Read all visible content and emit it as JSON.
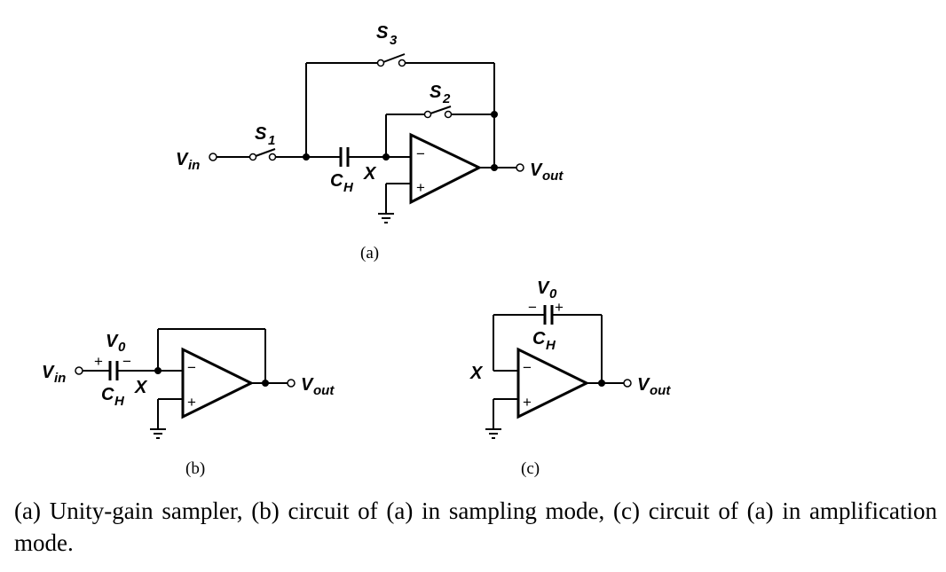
{
  "panel_a": {
    "label": "(a)",
    "vin": "V",
    "vin_sub": "in",
    "vout": "V",
    "vout_sub": "out",
    "s1": "S",
    "s1_sub": "1",
    "s2": "S",
    "s2_sub": "2",
    "s3": "S",
    "s3_sub": "3",
    "ch": "C",
    "ch_sub": "H",
    "node_x": "X",
    "minus": "−",
    "plus": "+"
  },
  "panel_b": {
    "label": "(b)",
    "vin": "V",
    "vin_sub": "in",
    "vout": "V",
    "vout_sub": "out",
    "v0": "V",
    "v0_sub": "0",
    "ch": "C",
    "ch_sub": "H",
    "node_x": "X",
    "cap_plus": "+",
    "cap_minus": "−",
    "minus": "−",
    "plus": "+"
  },
  "panel_c": {
    "label": "(c)",
    "vout": "V",
    "vout_sub": "out",
    "v0": "V",
    "v0_sub": "0",
    "ch": "C",
    "ch_sub": "H",
    "node_x": "X",
    "cap_plus": "+",
    "cap_minus": "−",
    "minus": "−",
    "plus": "+"
  },
  "caption": "(a) Unity-gain sampler, (b) circuit of (a) in sampling mode, (c) circuit of (a) in amplification mode."
}
